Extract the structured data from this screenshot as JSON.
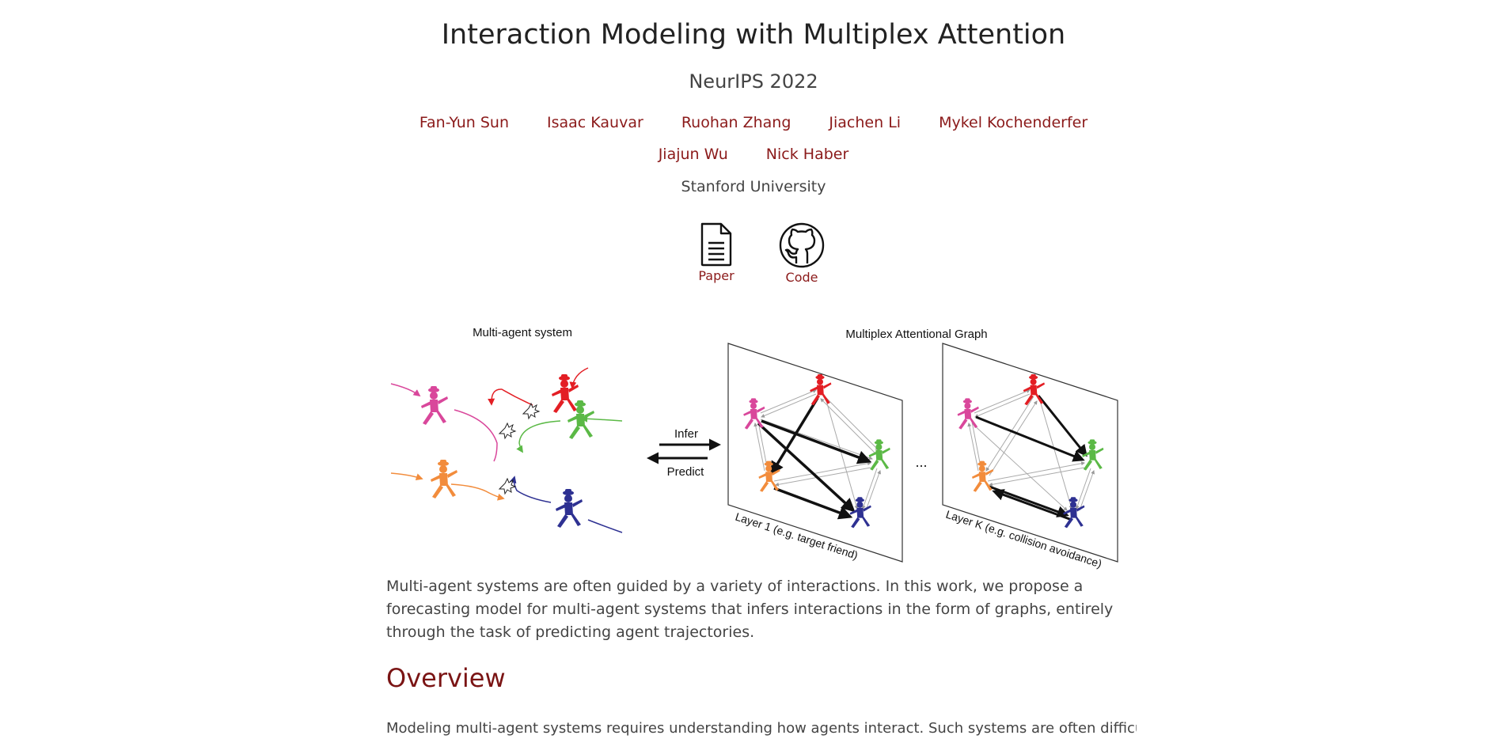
{
  "header": {
    "title": "Interaction Modeling with Multiplex Attention",
    "venue": "NeurIPS 2022",
    "authors_row1": [
      "Fan-Yun Sun",
      "Isaac Kauvar",
      "Ruohan Zhang",
      "Jiachen Li",
      "Mykel Kochenderfer"
    ],
    "authors_row2": [
      "Jiajun Wu",
      "Nick Haber"
    ],
    "affiliation": "Stanford University"
  },
  "links": {
    "paper_label": "Paper",
    "paper_icon": "document-icon",
    "code_label": "Code",
    "code_icon": "github-icon"
  },
  "figure": {
    "left_title": "Multi-agent system",
    "right_title": "Multiplex Attentional Graph",
    "infer_label": "Infer",
    "predict_label": "Predict",
    "ellipsis": "...",
    "layer1_label": "Layer 1 (e.g. target friend)",
    "layerk_label": "Layer K (e.g. collision avoidance)",
    "agent_colors": {
      "pink": "#d9479b",
      "red": "#e31e24",
      "green": "#5bb946",
      "orange": "#f28c3c",
      "blue": "#2e3192"
    }
  },
  "abstract": "Multi-agent systems are often guided by a variety of interactions. In this work, we propose a forecasting model for multi-agent systems that infers interactions in the form of graphs, entirely through the task of predicting agent trajectories.",
  "overview": {
    "heading": "Overview",
    "body": "Modeling multi-agent systems requires understanding how agents interact. Such systems are often difficult to model"
  },
  "colors": {
    "link": "#8b1a1a",
    "heading": "#7a1414"
  }
}
